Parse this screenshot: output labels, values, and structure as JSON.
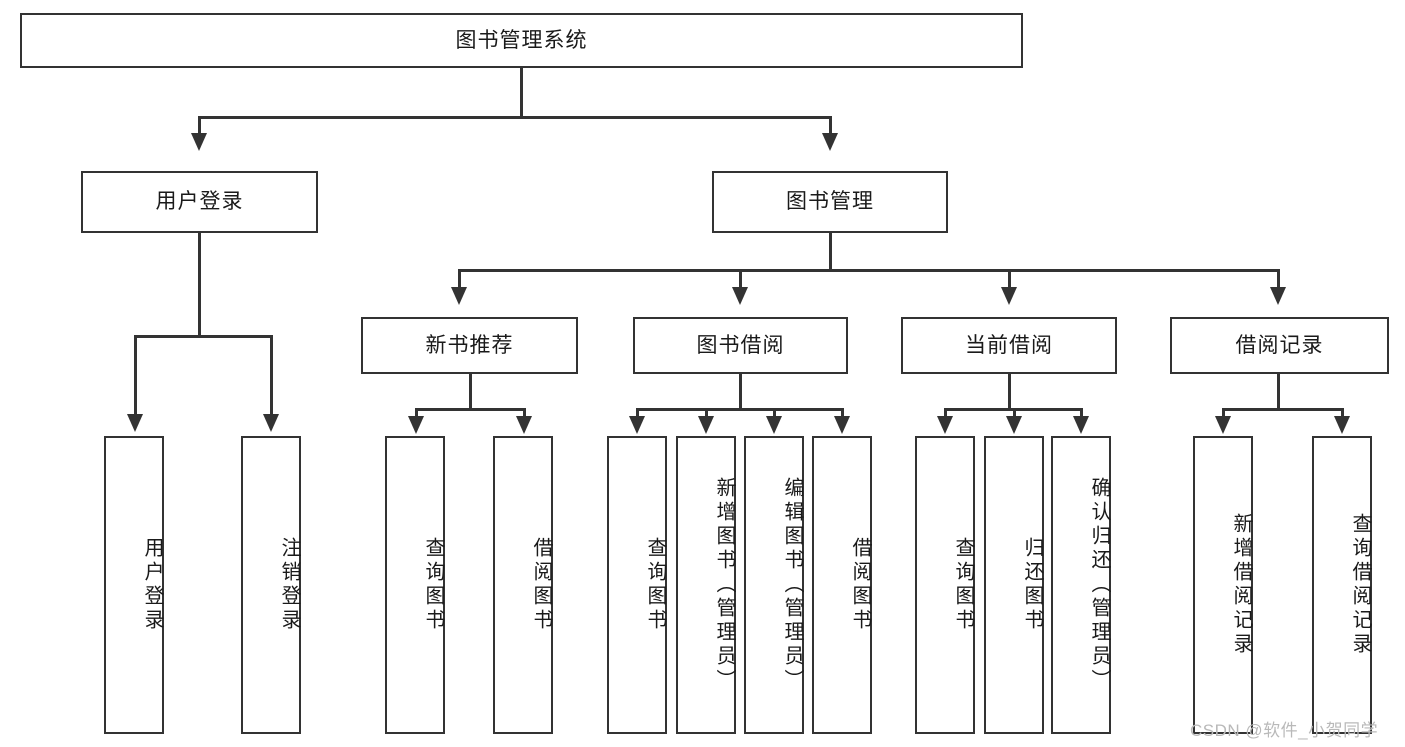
{
  "diagram": {
    "type": "tree-hierarchy-diagram",
    "title_node": {
      "label": "图书管理系统"
    },
    "level2": [
      {
        "id": "user-login",
        "label": "用户登录"
      },
      {
        "id": "book-management",
        "label": "图书管理"
      }
    ],
    "level3": [
      {
        "id": "new-book-recommend",
        "label": "新书推荐"
      },
      {
        "id": "book-borrow",
        "label": "图书借阅"
      },
      {
        "id": "current-borrow",
        "label": "当前借阅"
      },
      {
        "id": "borrow-record",
        "label": "借阅记录"
      }
    ],
    "leaves": {
      "user_login": [
        {
          "id": "leaf-user-login",
          "label": "用户登录"
        },
        {
          "id": "leaf-logout-login",
          "label": "注销登录"
        }
      ],
      "new_book_recommend": [
        {
          "id": "leaf-query-book-1",
          "label": "查询图书"
        },
        {
          "id": "leaf-borrow-book-1",
          "label": "借阅图书"
        }
      ],
      "book_borrow": [
        {
          "id": "leaf-query-book-2",
          "label": "查询图书"
        },
        {
          "id": "leaf-add-book",
          "label": "新增图书（管理员）"
        },
        {
          "id": "leaf-edit-book",
          "label": "编辑图书（管理员）"
        },
        {
          "id": "leaf-borrow-book-2",
          "label": "借阅图书"
        }
      ],
      "current_borrow": [
        {
          "id": "leaf-query-book-3",
          "label": "查询图书"
        },
        {
          "id": "leaf-return-book",
          "label": "归还图书"
        },
        {
          "id": "leaf-confirm-return",
          "label": "确认归还（管理员）"
        }
      ],
      "borrow_record": [
        {
          "id": "leaf-add-record",
          "label": "新增借阅记录"
        },
        {
          "id": "leaf-query-record",
          "label": "查询借阅记录"
        }
      ]
    },
    "watermark": "CSDN @软件_小贺同学",
    "colors": {
      "stroke": "#333333",
      "background": "#ffffff",
      "text": "#1a1a1a",
      "watermark": "#b9b9b9"
    }
  }
}
